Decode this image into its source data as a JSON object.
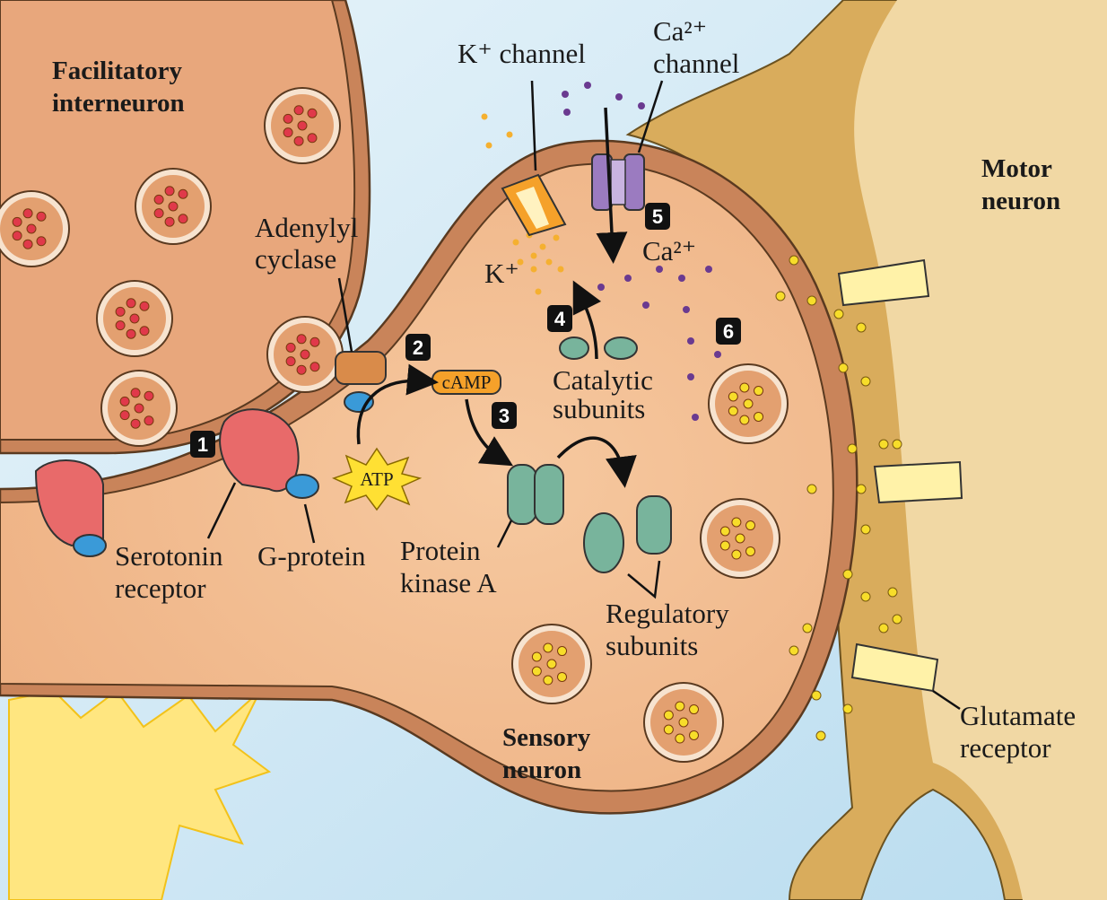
{
  "labels": {
    "facilitatory_interneuron": [
      "Facilitatory",
      "interneuron"
    ],
    "adenylyl_cyclase": [
      "Adenylyl",
      "cyclase"
    ],
    "k_channel": "K⁺ channel",
    "ca_channel": [
      "Ca²⁺",
      "channel"
    ],
    "motor_neuron": [
      "Motor",
      "neuron"
    ],
    "k_ion": "K⁺",
    "ca_ion": "Ca²⁺",
    "camp": "cAMP",
    "atp": "ATP",
    "catalytic_subunits": [
      "Catalytic",
      "subunits"
    ],
    "serotonin_receptor": [
      "Serotonin",
      "receptor"
    ],
    "g_protein": "G-protein",
    "protein_kinase_a": [
      "Protein",
      "kinase A"
    ],
    "regulatory_subunits": [
      "Regulatory",
      "subunits"
    ],
    "sensory_neuron": [
      "Sensory",
      "neuron"
    ],
    "glutamate_receptor": [
      "Glutamate",
      "receptor"
    ]
  },
  "steps": [
    "1",
    "2",
    "3",
    "4",
    "5",
    "6"
  ],
  "colors": {
    "background": "#d3e9f4",
    "interneuron": "#e8a77c",
    "sensory_neuron": "#f2bd8f",
    "motor_neuron": "#ecd09a",
    "serotonin_vesicle": "#e0394a",
    "glutamate_vesicle": "#f7dd2a",
    "k_channel": "#f5a12a",
    "ca_channel": "#9b7bc0",
    "pka": "#78b49c",
    "receptor": "#e86a6a",
    "g_protein": "#3a9ad8"
  }
}
